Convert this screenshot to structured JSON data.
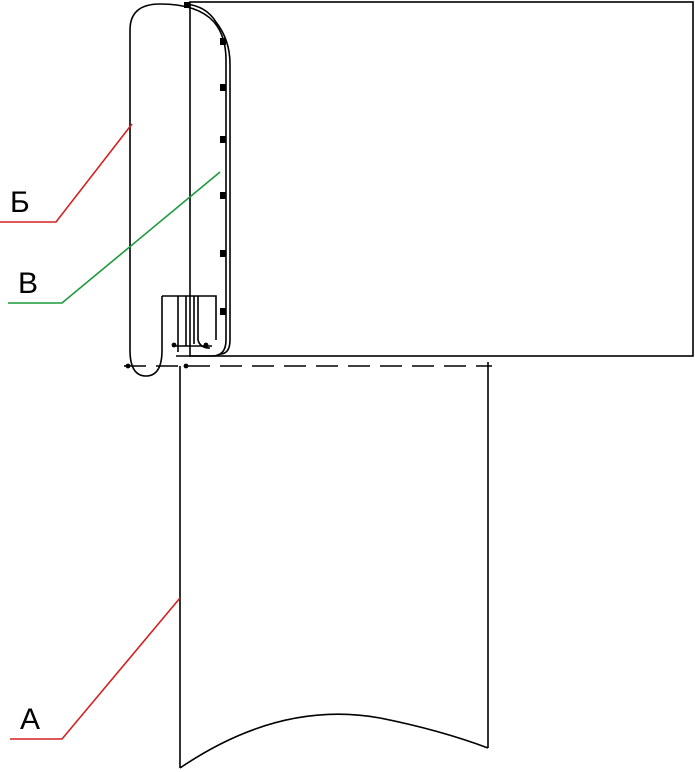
{
  "labels": {
    "b": {
      "text": "Б"
    },
    "v": {
      "text": "В"
    },
    "a": {
      "text": "А"
    }
  },
  "colors": {
    "label_b_leader": "#d42020",
    "label_v_leader": "#1a9a3a",
    "label_a_leader": "#d42020",
    "outline": "#000000"
  }
}
